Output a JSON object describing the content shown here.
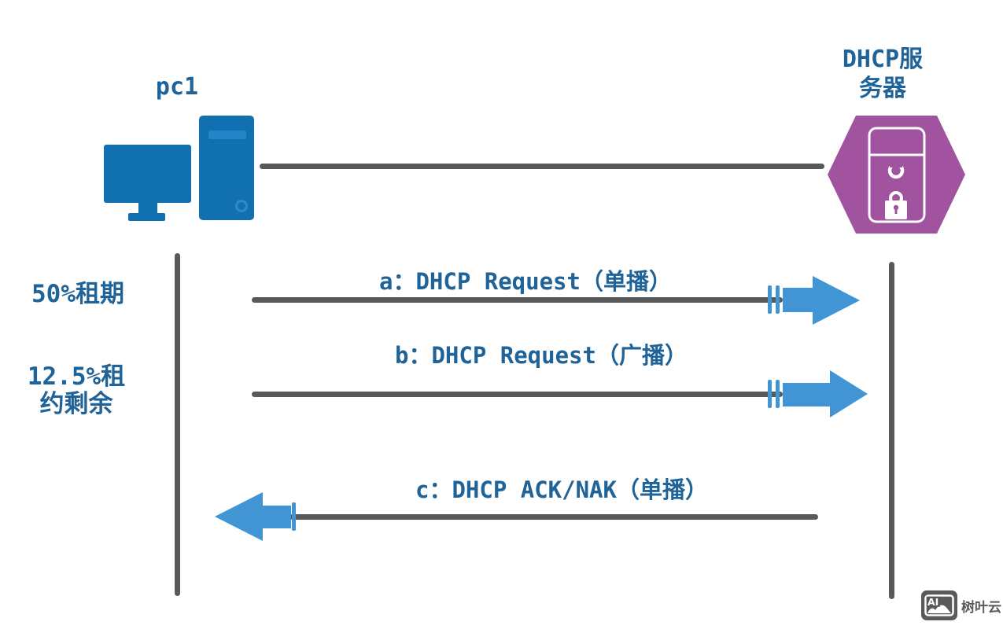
{
  "diagram": {
    "left_actor": {
      "label": "pc1",
      "icon": "desktop-pc-icon"
    },
    "right_actor": {
      "label_line1": "DHCP服",
      "label_line2": "务器",
      "icon": "hexagon-server-lock-icon"
    },
    "annotations": {
      "lease_50": "50%租期",
      "lease_125_line1": "12.5%租",
      "lease_125_line2": "约剩余"
    },
    "messages": [
      {
        "id": "a",
        "label": "a：DHCP Request（单播）",
        "direction": "right"
      },
      {
        "id": "b",
        "label": "b：DHCP Request（广播）",
        "direction": "right"
      },
      {
        "id": "c",
        "label": "c：DHCP ACK/NAK（单播）",
        "direction": "left"
      }
    ],
    "colors": {
      "label_text_blue": "#1f6398",
      "line_gray": "#58595b",
      "arrow_blue": "#4195d5",
      "pc_icon_blue": "#1070b0",
      "server_hexagon_purple": "#a1539f"
    }
  },
  "watermark": {
    "badge": "AI",
    "label": "树叶云",
    "icon": "ai-image-icon",
    "color": "#58595b"
  }
}
